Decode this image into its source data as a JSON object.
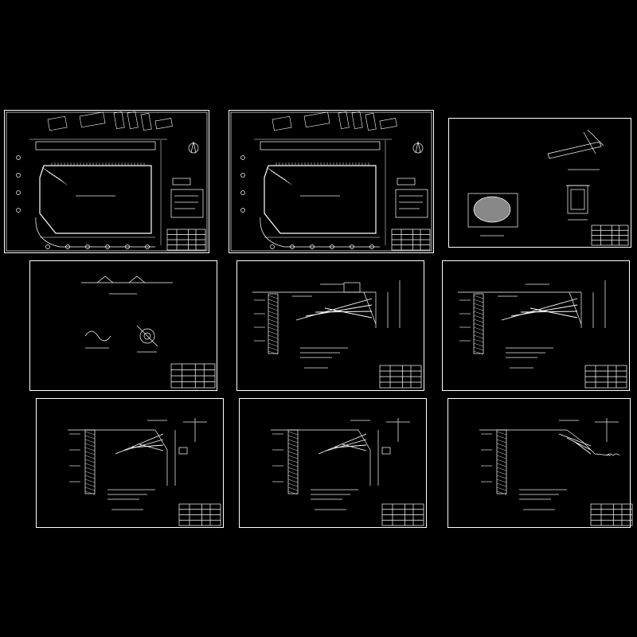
{
  "canvas": {
    "background": "#000000",
    "line_color": "#ffffff",
    "accent_color": "#b0b0b0"
  },
  "sheets": [
    {
      "id": "s1",
      "kind": "site-plan"
    },
    {
      "id": "s2",
      "kind": "site-plan"
    },
    {
      "id": "s3",
      "kind": "detail-sheet"
    },
    {
      "id": "s4",
      "kind": "detail-sheet-2"
    },
    {
      "id": "s5",
      "kind": "section-anchor"
    },
    {
      "id": "s6",
      "kind": "section-anchor"
    },
    {
      "id": "s7",
      "kind": "section-wall"
    },
    {
      "id": "s8",
      "kind": "section-wall"
    },
    {
      "id": "s9",
      "kind": "section-slope"
    }
  ]
}
